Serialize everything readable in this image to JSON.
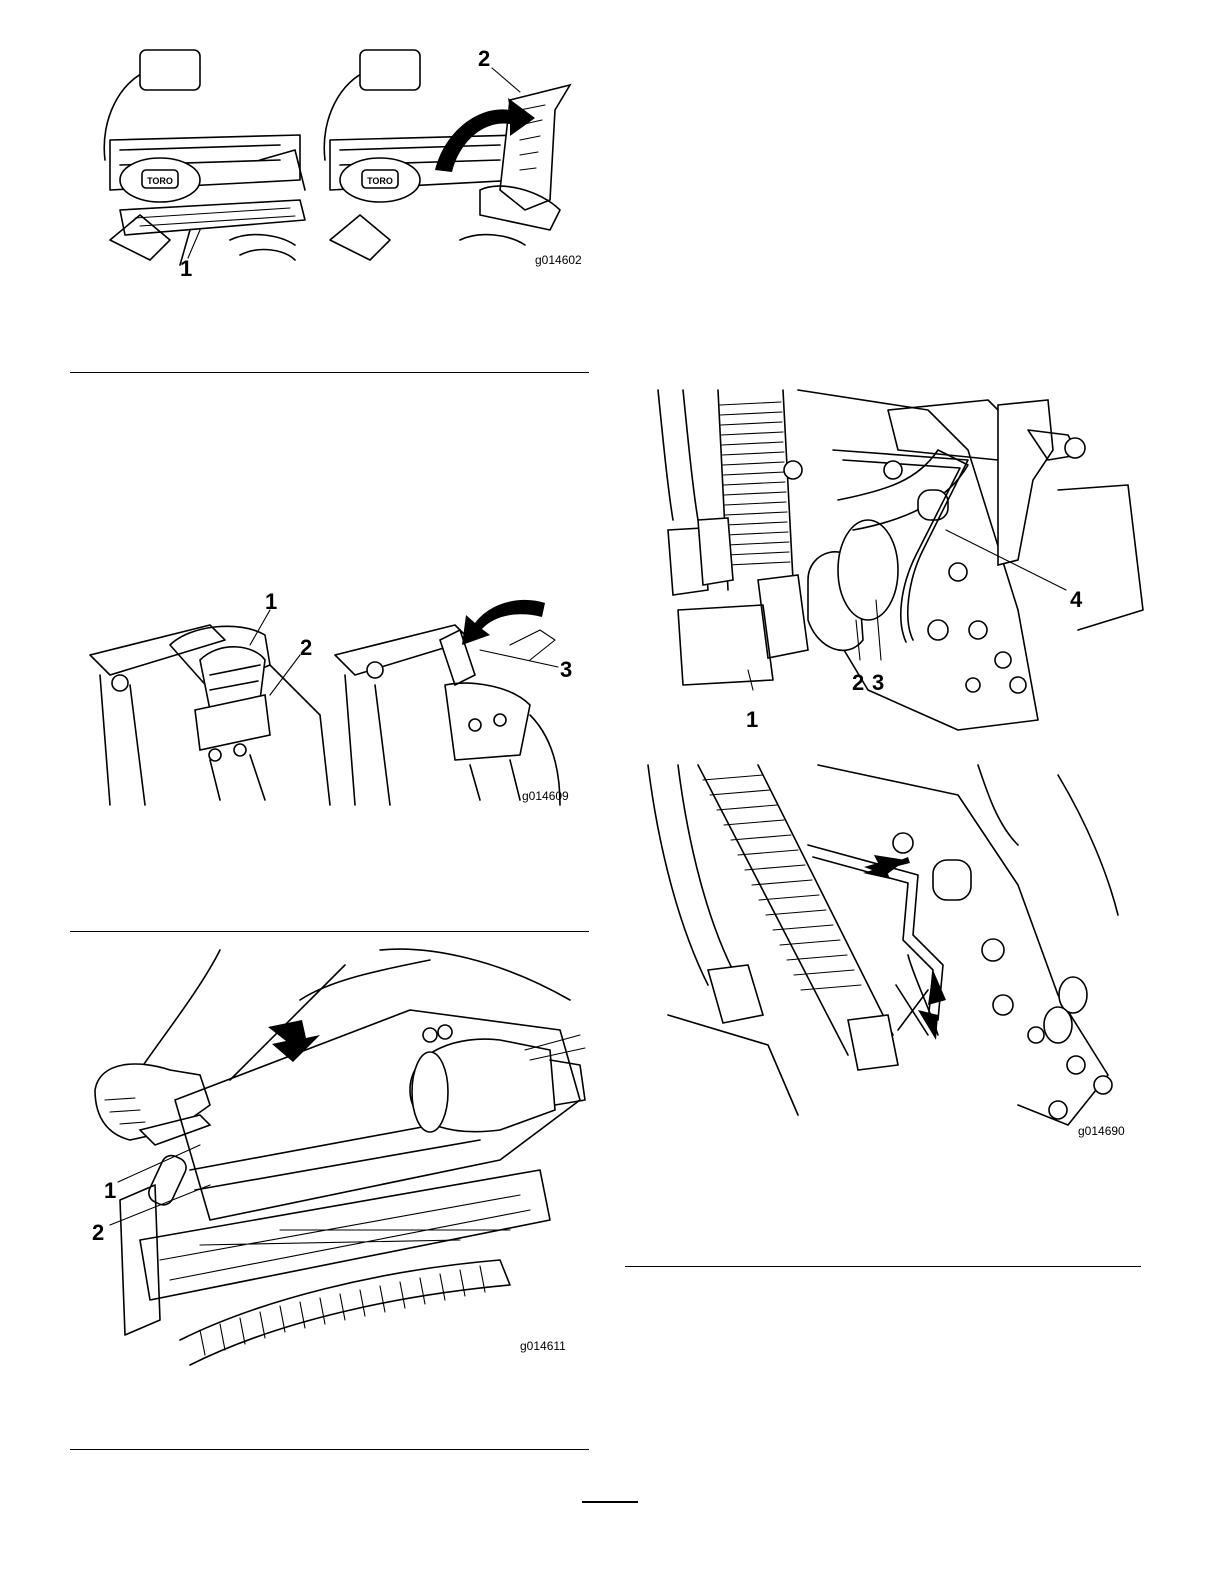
{
  "figures": [
    {
      "id": "fig-a",
      "code": "g014602",
      "callouts": [
        "1",
        "2"
      ]
    },
    {
      "id": "fig-b",
      "code": "g014609",
      "callouts": [
        "1",
        "2",
        "3"
      ]
    },
    {
      "id": "fig-c",
      "code": "g014611",
      "callouts": [
        "1",
        "2"
      ]
    },
    {
      "id": "fig-d",
      "code": "",
      "callouts": [
        "1",
        "2",
        "3",
        "4"
      ]
    },
    {
      "id": "fig-e",
      "code": "g014690",
      "callouts": []
    }
  ],
  "brand_label": "TORO"
}
